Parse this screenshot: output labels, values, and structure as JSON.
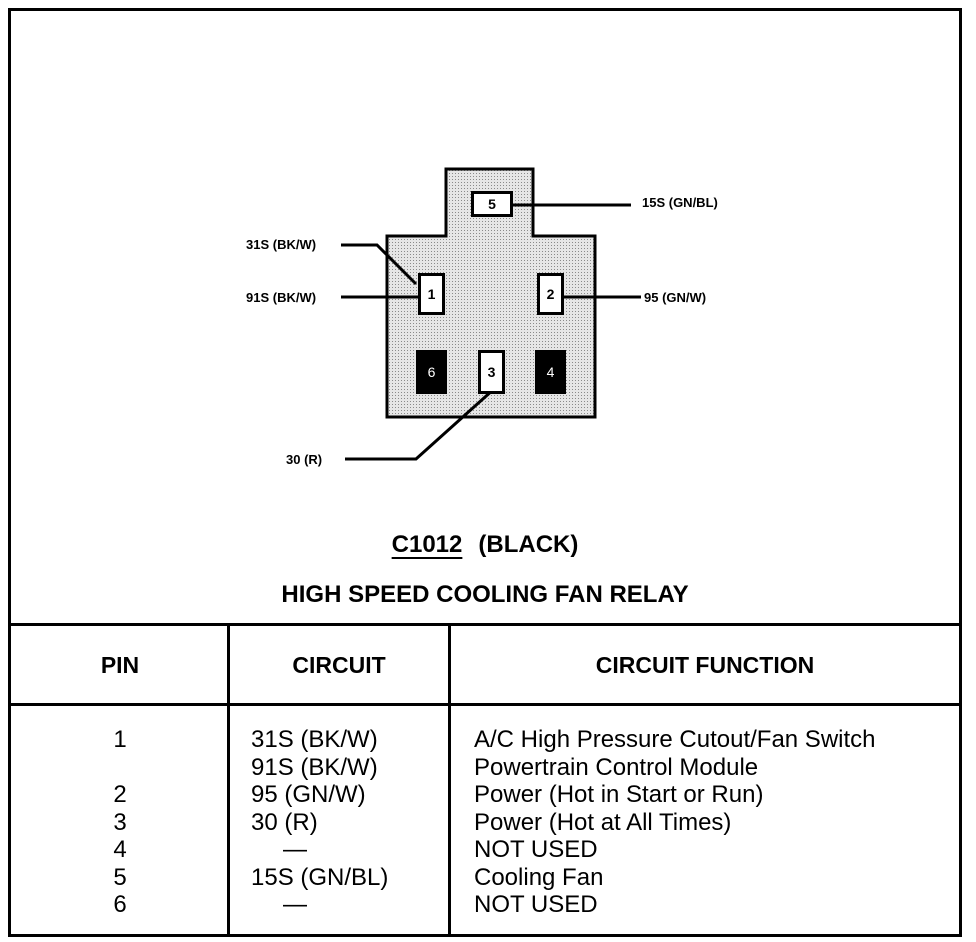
{
  "connector": {
    "id": "C1012",
    "color_label": "(BLACK)",
    "component": "HIGH SPEED COOLING FAN RELAY"
  },
  "diagram": {
    "pins": [
      {
        "number": "5",
        "state": "used"
      },
      {
        "number": "1",
        "state": "used"
      },
      {
        "number": "2",
        "state": "used"
      },
      {
        "number": "6",
        "state": "unused"
      },
      {
        "number": "3",
        "state": "used"
      },
      {
        "number": "4",
        "state": "unused"
      }
    ],
    "wire_labels": {
      "pin5": "15S (GN/BL)",
      "pin1_upper": "31S (BK/W)",
      "pin1_lower": "91S (BK/W)",
      "pin2": "95 (GN/W)",
      "pin3": "30 (R)"
    },
    "colors": {
      "housing_fill": "#e2e2e2",
      "line": "#000000",
      "unused_pin": "#000000"
    }
  },
  "table": {
    "headers": {
      "pin": "PIN",
      "circuit": "CIRCUIT",
      "function": "CIRCUIT FUNCTION"
    },
    "rows": [
      {
        "pin": "1",
        "circuit": "31S (BK/W)",
        "function": "A/C High Pressure Cutout/Fan Switch"
      },
      {
        "pin": "",
        "circuit": "91S (BK/W)",
        "function": "Powertrain Control Module"
      },
      {
        "pin": "2",
        "circuit": "95 (GN/W)",
        "function": "Power (Hot in Start or Run)"
      },
      {
        "pin": "3",
        "circuit": "30 (R)",
        "function": "Power (Hot at All Times)"
      },
      {
        "pin": "4",
        "circuit": "—",
        "function": "NOT USED"
      },
      {
        "pin": "5",
        "circuit": "15S (GN/BL)",
        "function": "Cooling Fan"
      },
      {
        "pin": "6",
        "circuit": "—",
        "function": "NOT USED"
      }
    ]
  }
}
